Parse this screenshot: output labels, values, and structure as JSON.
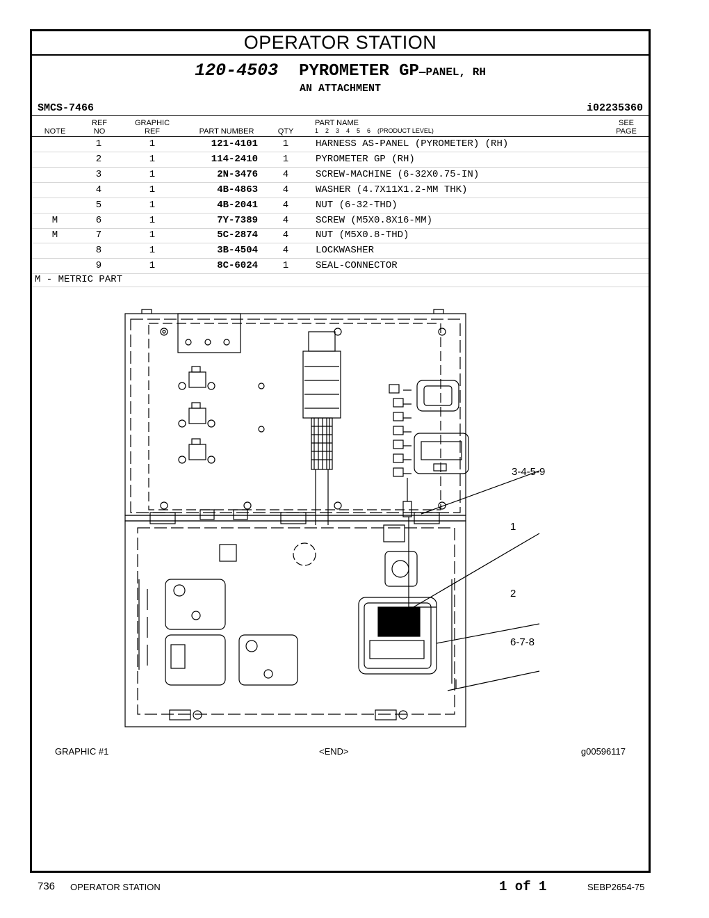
{
  "section_title": "OPERATOR STATION",
  "part_group": {
    "number": "120-4503",
    "name_main": "PYROMETER GP",
    "name_suffix": "—PANEL, RH",
    "subtitle": "AN ATTACHMENT"
  },
  "smcs": "SMCS-7466",
  "identifier": "i02235360",
  "table": {
    "headers": {
      "note": "NOTE",
      "ref_top": "REF",
      "ref_bottom": "NO",
      "graphic_top": "GRAPHIC",
      "graphic_bottom": "REF",
      "part_number": "PART NUMBER",
      "qty": "QTY",
      "part_name": "PART NAME",
      "product_level": "1    2    3    4    5    6    (PRODUCT LEVEL)",
      "see_top": "SEE",
      "see_bottom": "PAGE"
    },
    "rows": [
      {
        "note": "",
        "ref": "1",
        "gref": "1",
        "part": "121-4101",
        "qty": "1",
        "name": "HARNESS AS-PANEL (PYROMETER) (RH)"
      },
      {
        "note": "",
        "ref": "2",
        "gref": "1",
        "part": "114-2410",
        "qty": "1",
        "name": "PYROMETER GP (RH)"
      },
      {
        "note": "",
        "ref": "3",
        "gref": "1",
        "part": "2N-3476",
        "qty": "4",
        "name": "SCREW-MACHINE (6-32X0.75-IN)"
      },
      {
        "note": "",
        "ref": "4",
        "gref": "1",
        "part": "4B-4863",
        "qty": "4",
        "name": "WASHER (4.7X11X1.2-MM THK)"
      },
      {
        "note": "",
        "ref": "5",
        "gref": "1",
        "part": "4B-2041",
        "qty": "4",
        "name": "NUT (6-32-THD)"
      },
      {
        "note": "M",
        "ref": "6",
        "gref": "1",
        "part": "7Y-7389",
        "qty": "4",
        "name": "SCREW (M5X0.8X16-MM)"
      },
      {
        "note": "M",
        "ref": "7",
        "gref": "1",
        "part": "5C-2874",
        "qty": "4",
        "name": "NUT (M5X0.8-THD)"
      },
      {
        "note": "",
        "ref": "8",
        "gref": "1",
        "part": "3B-4504",
        "qty": "4",
        "name": "LOCKWASHER"
      },
      {
        "note": "",
        "ref": "9",
        "gref": "1",
        "part": "8C-6024",
        "qty": "1",
        "name": "SEAL-CONNECTOR"
      }
    ]
  },
  "footnote": "M - METRIC PART",
  "callouts": {
    "c1": "3-4-5-9",
    "c2": "1",
    "c3": "2",
    "c4": "6-7-8"
  },
  "graphic_caption": "GRAPHIC #1",
  "end_marker": "<END>",
  "graphic_id": "g00596117",
  "footer": {
    "page_number": "736",
    "section": "OPERATOR STATION",
    "page_of": "1 of 1",
    "doc_id": "SEBP2654-75"
  }
}
